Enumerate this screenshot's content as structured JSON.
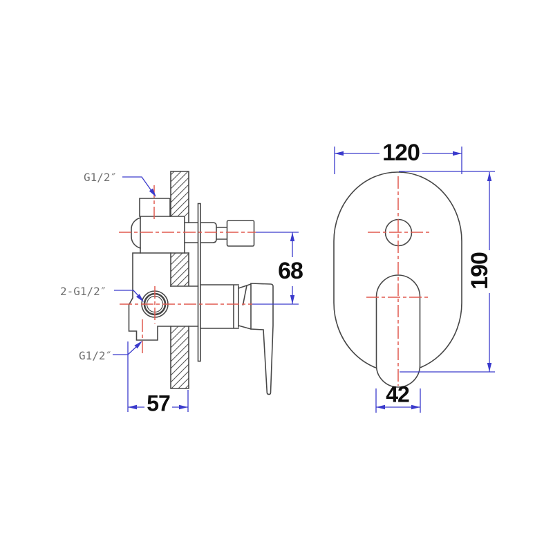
{
  "drawing": {
    "type": "technical-dimension-drawing",
    "subject": "concealed shower mixer valve with diverter, side section view and front faceplate view",
    "labels": {
      "inlet_top": "G1/2″",
      "inlets_mid": "2-G1/2″",
      "outlet_bottom": "G1/2″"
    },
    "dimensions": {
      "wall_depth": "57",
      "centre_spacing": "68",
      "plate_width": "120",
      "plate_height": "190",
      "handle_slot_width": "42"
    },
    "colors": {
      "outline": "#474747",
      "centerline": "#e0584e",
      "dimension": "#3a3acc",
      "label_text": "#707070",
      "dim_text": "#0d0d0d",
      "background": "#ffffff"
    }
  }
}
